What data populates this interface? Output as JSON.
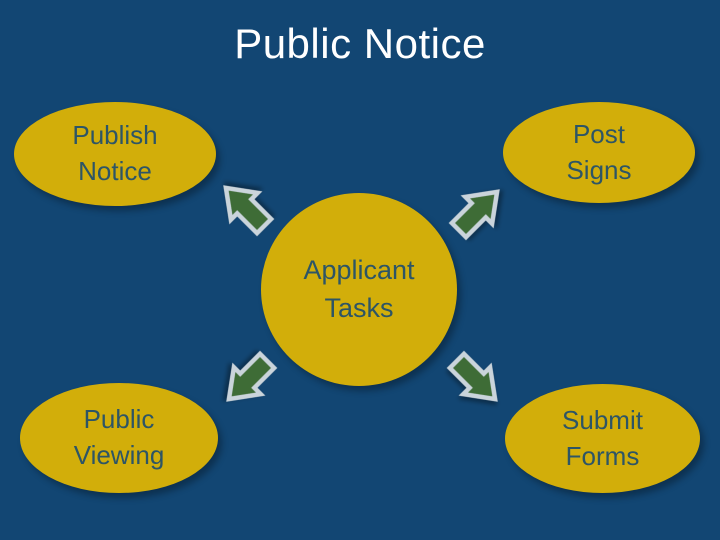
{
  "slide": {
    "title": "Public Notice",
    "center_node": {
      "id": "applicant-tasks",
      "label": "Applicant\nTasks"
    },
    "nodes": [
      {
        "id": "publish-notice",
        "label": "Publish\nNotice",
        "position": "top-left"
      },
      {
        "id": "post-signs",
        "label": "Post\nSigns",
        "position": "top-right"
      },
      {
        "id": "public-viewing",
        "label": "Public\nViewing",
        "position": "bottom-left"
      },
      {
        "id": "submit-forms",
        "label": "Submit\nForms",
        "position": "bottom-right"
      }
    ],
    "arrows": [
      {
        "icon": "arrow-up-left-icon",
        "direction": "up-left"
      },
      {
        "icon": "arrow-up-right-icon",
        "direction": "up-right"
      },
      {
        "icon": "arrow-down-left-icon",
        "direction": "down-left"
      },
      {
        "icon": "arrow-down-right-icon",
        "direction": "down-right"
      }
    ],
    "colors": {
      "background": "#124673",
      "title_text": "#FFFFFF",
      "ellipse_fill": "#D2AE0A",
      "ellipse_text": "#2D5566",
      "arrow_fill": "#3E6C36",
      "arrow_outline": "#CAD4DB"
    }
  }
}
